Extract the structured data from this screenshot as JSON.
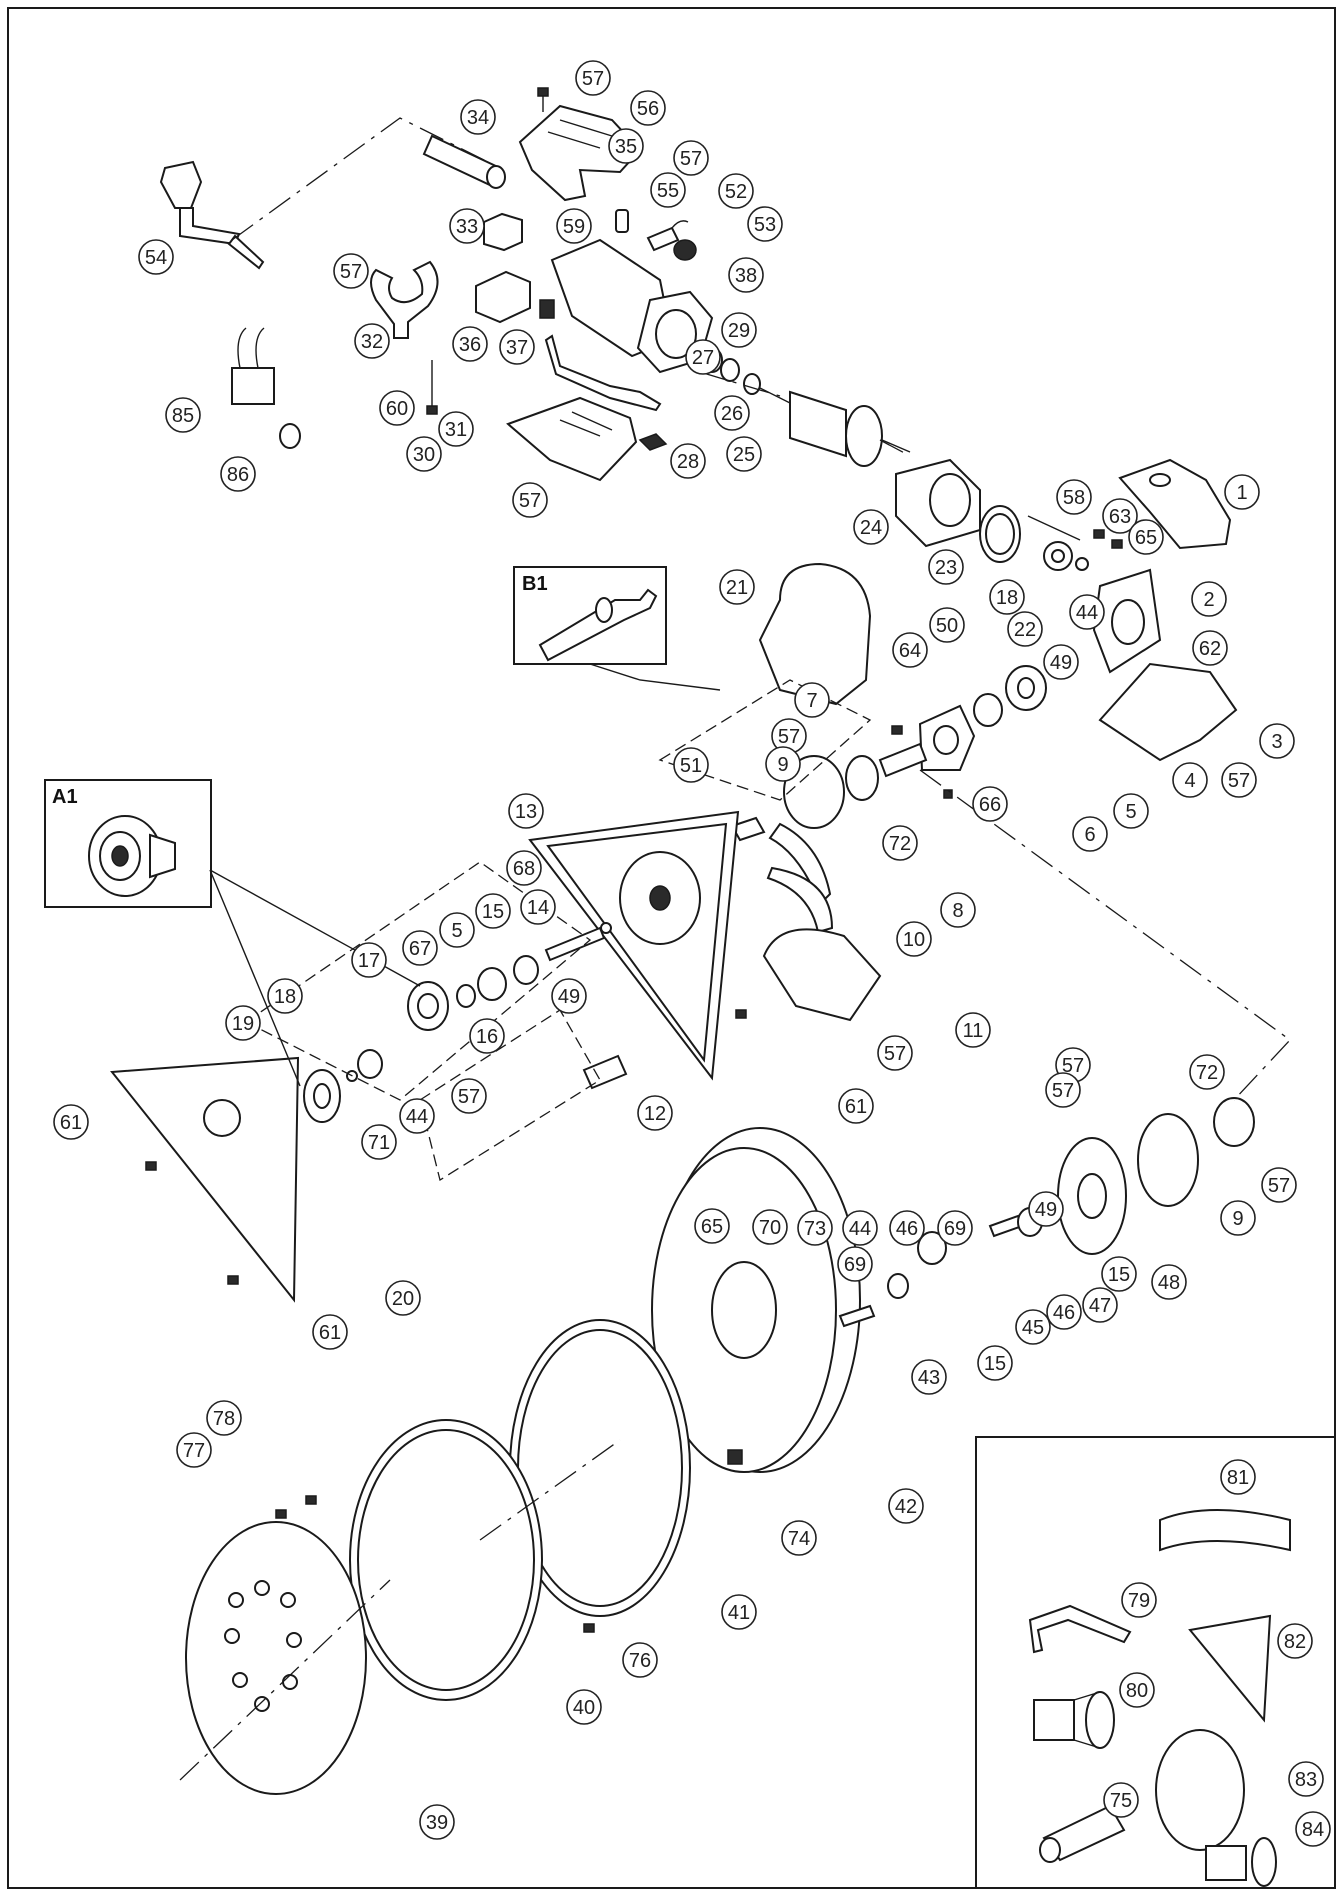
{
  "insets": [
    {
      "id": "A1",
      "label": "A1"
    },
    {
      "id": "B1",
      "label": "B1"
    }
  ],
  "callouts": [
    {
      "id": "c57a",
      "text": "57"
    },
    {
      "id": "c34",
      "text": "34"
    },
    {
      "id": "c56",
      "text": "56"
    },
    {
      "id": "c35",
      "text": "35"
    },
    {
      "id": "c57b",
      "text": "57"
    },
    {
      "id": "c55",
      "text": "55"
    },
    {
      "id": "c52",
      "text": "52"
    },
    {
      "id": "c53",
      "text": "53"
    },
    {
      "id": "c33",
      "text": "33"
    },
    {
      "id": "c59",
      "text": "59"
    },
    {
      "id": "c54",
      "text": "54"
    },
    {
      "id": "c57c",
      "text": "57"
    },
    {
      "id": "c38",
      "text": "38"
    },
    {
      "id": "c32",
      "text": "32"
    },
    {
      "id": "c36",
      "text": "36"
    },
    {
      "id": "c37",
      "text": "37"
    },
    {
      "id": "c29",
      "text": "29"
    },
    {
      "id": "c27",
      "text": "27"
    },
    {
      "id": "c85",
      "text": "85"
    },
    {
      "id": "c60",
      "text": "60"
    },
    {
      "id": "c31",
      "text": "31"
    },
    {
      "id": "c26",
      "text": "26"
    },
    {
      "id": "c86",
      "text": "86"
    },
    {
      "id": "c30",
      "text": "30"
    },
    {
      "id": "c28",
      "text": "28"
    },
    {
      "id": "c25",
      "text": "25"
    },
    {
      "id": "c57d",
      "text": "57"
    },
    {
      "id": "c1",
      "text": "1"
    },
    {
      "id": "c24",
      "text": "24"
    },
    {
      "id": "c58",
      "text": "58"
    },
    {
      "id": "c63",
      "text": "63"
    },
    {
      "id": "c65a",
      "text": "65"
    },
    {
      "id": "c23",
      "text": "23"
    },
    {
      "id": "c18a",
      "text": "18"
    },
    {
      "id": "c44a",
      "text": "44"
    },
    {
      "id": "c21",
      "text": "21"
    },
    {
      "id": "c2",
      "text": "2"
    },
    {
      "id": "c22",
      "text": "22"
    },
    {
      "id": "c50",
      "text": "50"
    },
    {
      "id": "c62",
      "text": "62"
    },
    {
      "id": "c64",
      "text": "64"
    },
    {
      "id": "c49a",
      "text": "49"
    },
    {
      "id": "c7",
      "text": "7"
    },
    {
      "id": "c3",
      "text": "3"
    },
    {
      "id": "c57e",
      "text": "57"
    },
    {
      "id": "c9a",
      "text": "9"
    },
    {
      "id": "c4",
      "text": "4"
    },
    {
      "id": "c57f",
      "text": "57"
    },
    {
      "id": "c51",
      "text": "51"
    },
    {
      "id": "c5a",
      "text": "5"
    },
    {
      "id": "c66",
      "text": "66"
    },
    {
      "id": "c6",
      "text": "6"
    },
    {
      "id": "c13",
      "text": "13"
    },
    {
      "id": "c72a",
      "text": "72"
    },
    {
      "id": "c68",
      "text": "68"
    },
    {
      "id": "c8",
      "text": "8"
    },
    {
      "id": "c14",
      "text": "14"
    },
    {
      "id": "c10",
      "text": "10"
    },
    {
      "id": "c15a",
      "text": "15"
    },
    {
      "id": "c5b",
      "text": "5"
    },
    {
      "id": "c67",
      "text": "67"
    },
    {
      "id": "c17",
      "text": "17"
    },
    {
      "id": "c49b",
      "text": "49"
    },
    {
      "id": "c11",
      "text": "11"
    },
    {
      "id": "c18b",
      "text": "18"
    },
    {
      "id": "c16",
      "text": "16"
    },
    {
      "id": "c57g",
      "text": "57"
    },
    {
      "id": "c19",
      "text": "19"
    },
    {
      "id": "c57h",
      "text": "57"
    },
    {
      "id": "c57i",
      "text": "57"
    },
    {
      "id": "c44b",
      "text": "44"
    },
    {
      "id": "c12",
      "text": "12"
    },
    {
      "id": "c61a",
      "text": "61"
    },
    {
      "id": "c61b",
      "text": "61"
    },
    {
      "id": "c71",
      "text": "71"
    },
    {
      "id": "c57j",
      "text": "57"
    },
    {
      "id": "c72b",
      "text": "72"
    },
    {
      "id": "c57k",
      "text": "57"
    },
    {
      "id": "c9b",
      "text": "9"
    },
    {
      "id": "c49c",
      "text": "49"
    },
    {
      "id": "c65b",
      "text": "65"
    },
    {
      "id": "c70",
      "text": "70"
    },
    {
      "id": "c73",
      "text": "73"
    },
    {
      "id": "c44c",
      "text": "44"
    },
    {
      "id": "c46a",
      "text": "46"
    },
    {
      "id": "c69a",
      "text": "69"
    },
    {
      "id": "c20",
      "text": "20"
    },
    {
      "id": "c69b",
      "text": "69"
    },
    {
      "id": "c15b",
      "text": "15"
    },
    {
      "id": "c48",
      "text": "48"
    },
    {
      "id": "c46b",
      "text": "46"
    },
    {
      "id": "c47",
      "text": "47"
    },
    {
      "id": "c45",
      "text": "45"
    },
    {
      "id": "c61c",
      "text": "61"
    },
    {
      "id": "c43",
      "text": "43"
    },
    {
      "id": "c15c",
      "text": "15"
    },
    {
      "id": "c78",
      "text": "78"
    },
    {
      "id": "c77",
      "text": "77"
    },
    {
      "id": "c81",
      "text": "81"
    },
    {
      "id": "c42",
      "text": "42"
    },
    {
      "id": "c74",
      "text": "74"
    },
    {
      "id": "c79",
      "text": "79"
    },
    {
      "id": "c41",
      "text": "41"
    },
    {
      "id": "c82",
      "text": "82"
    },
    {
      "id": "c76",
      "text": "76"
    },
    {
      "id": "c80",
      "text": "80"
    },
    {
      "id": "c40",
      "text": "40"
    },
    {
      "id": "c83",
      "text": "83"
    },
    {
      "id": "c75",
      "text": "75"
    },
    {
      "id": "c39",
      "text": "39"
    },
    {
      "id": "c84",
      "text": "84"
    }
  ]
}
